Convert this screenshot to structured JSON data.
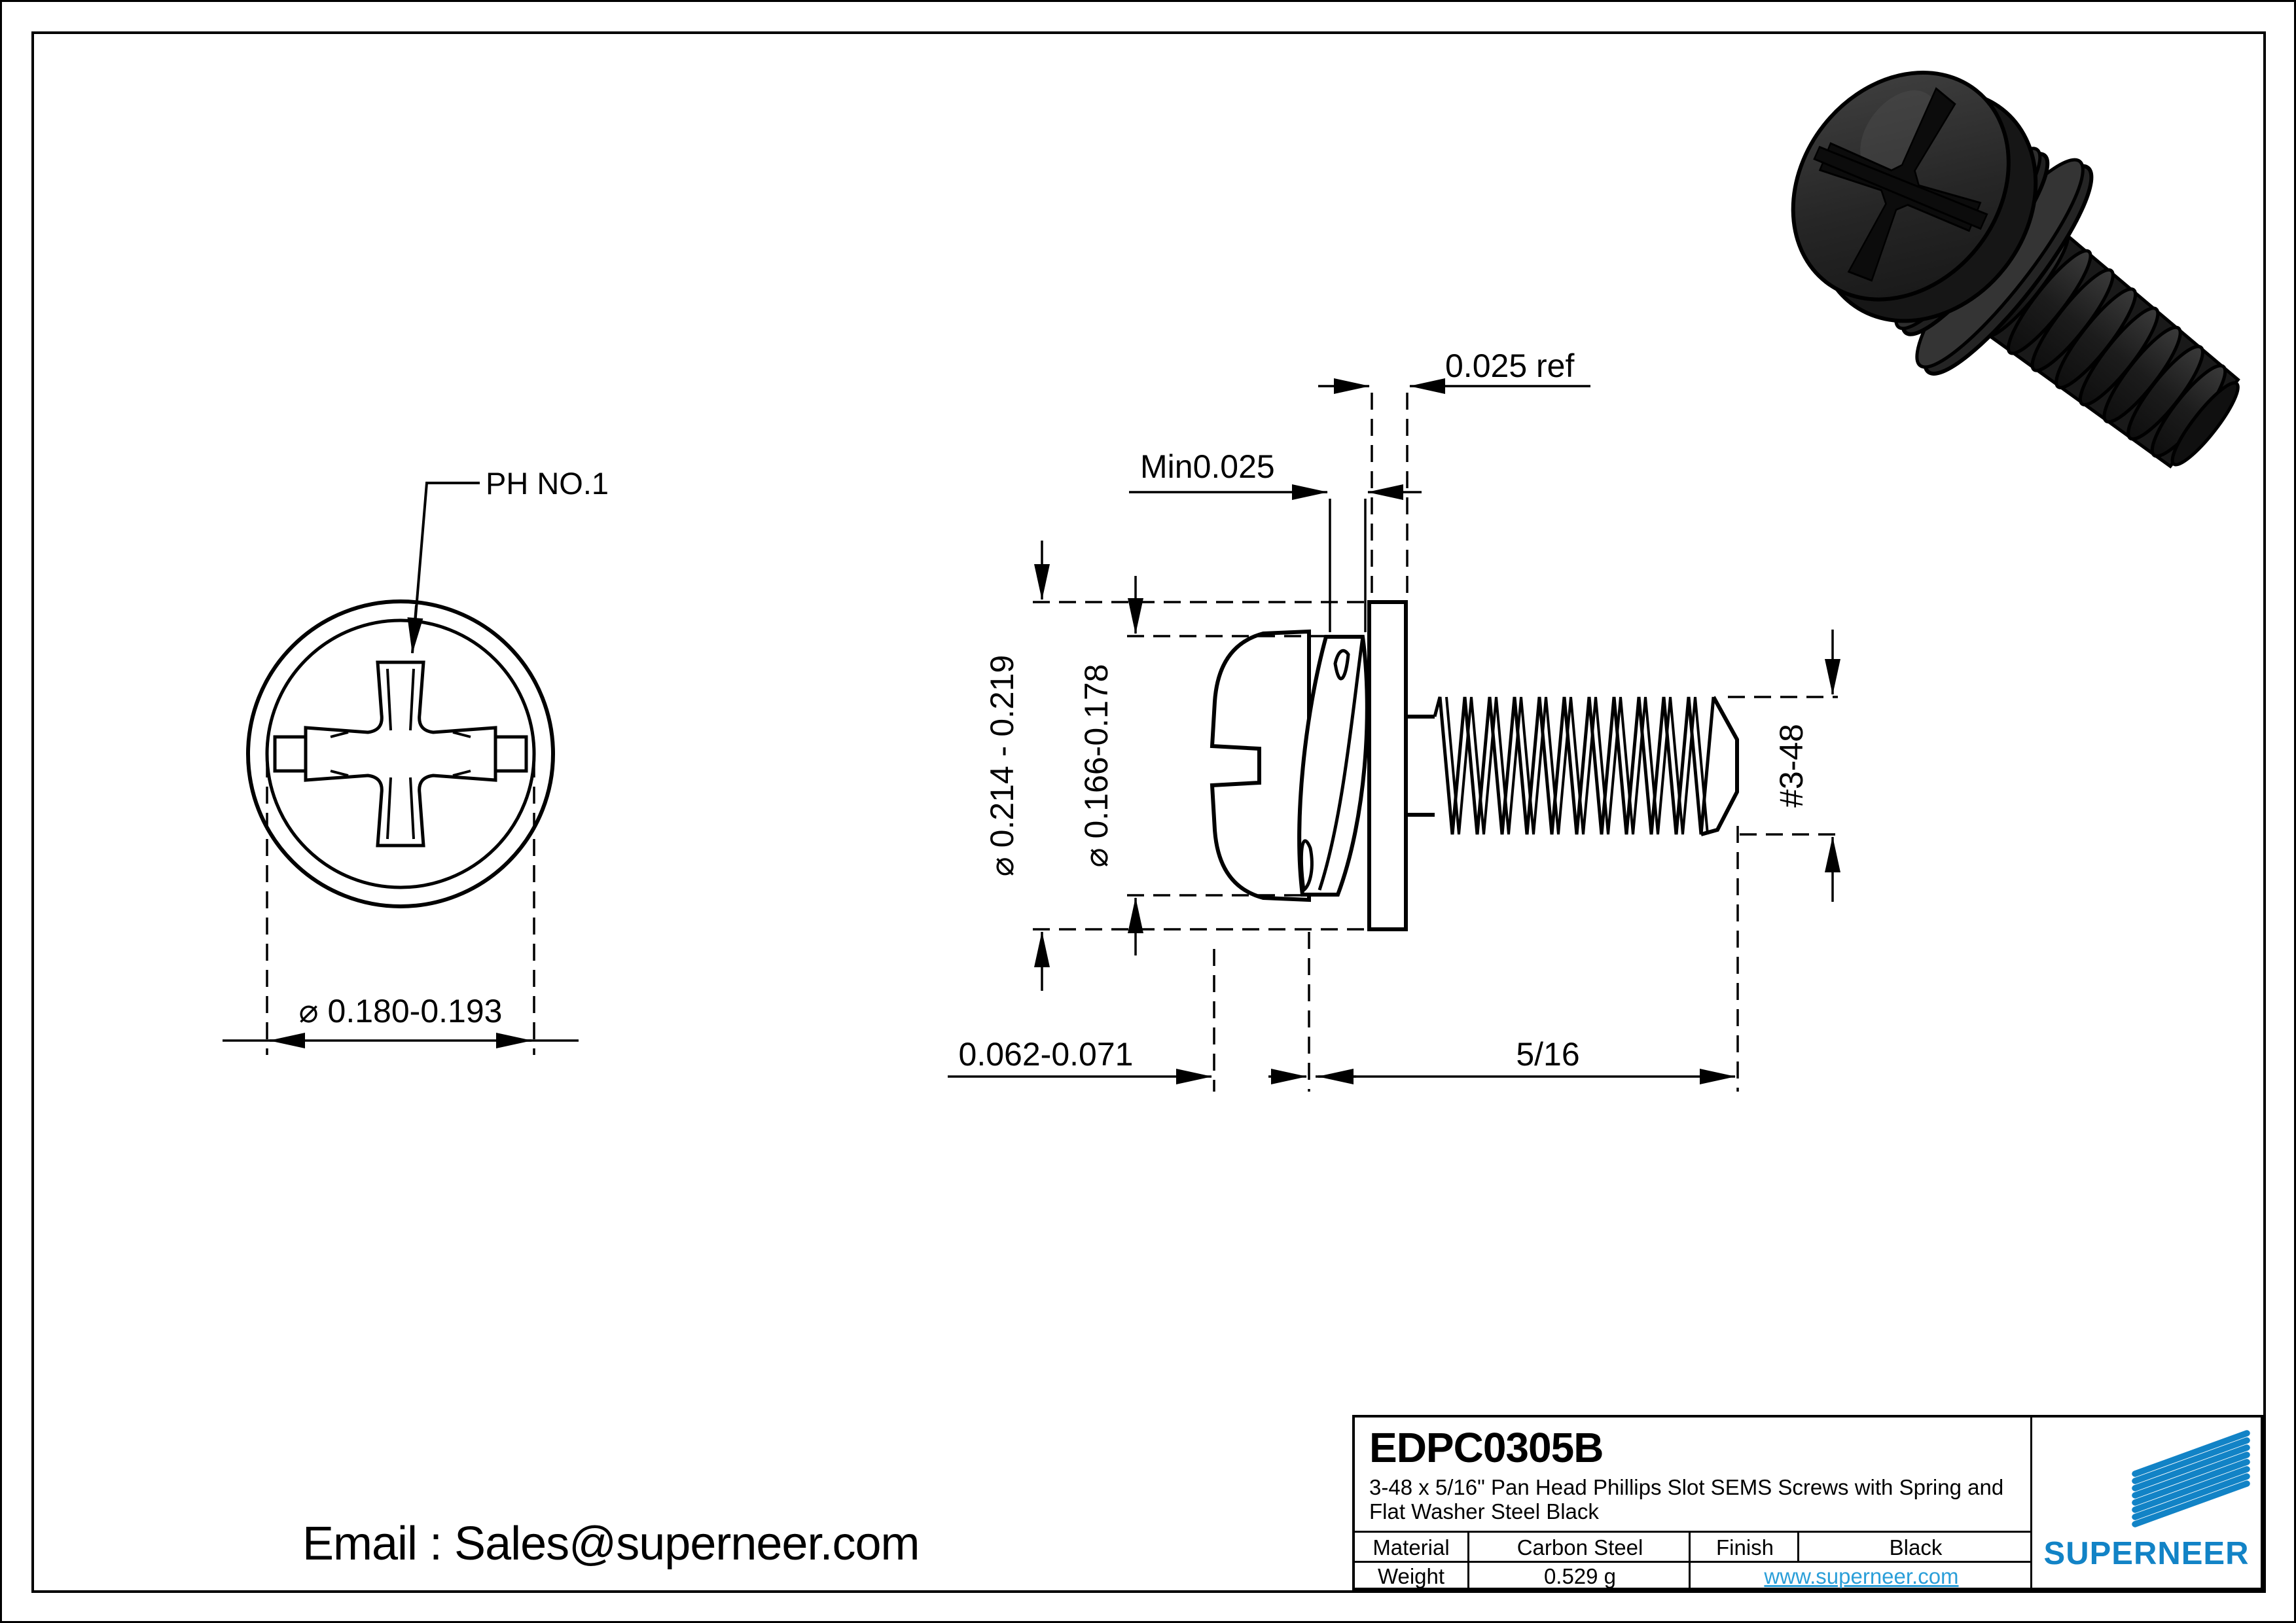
{
  "drawing": {
    "front_view": {
      "drive_label": "PH NO.1",
      "head_od": "⌀ 0.180-0.193"
    },
    "side_view": {
      "washer_thickness": "0.025 ref",
      "spring_min_thickness": "Min0.025",
      "washer_od": "⌀ 0.214 - 0.219",
      "spring_od": "⌀ 0.166-0.178",
      "head_height": "0.062-0.071",
      "thread_length": "5/16",
      "thread_size": "#3-48"
    },
    "line_color": "#000000"
  },
  "footer": {
    "email": "Email : Sales@superneer.com"
  },
  "title_block": {
    "part_number": "EDPC0305B",
    "description_line1": "3-48 x 5/16\" Pan Head Phillips Slot SEMS Screws with Spring and",
    "description_line2": "Flat Washer Steel Black",
    "material_label": "Material",
    "material_value": "Carbon Steel",
    "finish_label": "Finish",
    "finish_value": "Black",
    "weight_label": "Weight",
    "weight_value": "0.529 g",
    "website": "www.superneer.com",
    "brand": "SUPERNEER",
    "brand_color": "#1283C6",
    "link_color": "#2B9FD9"
  }
}
